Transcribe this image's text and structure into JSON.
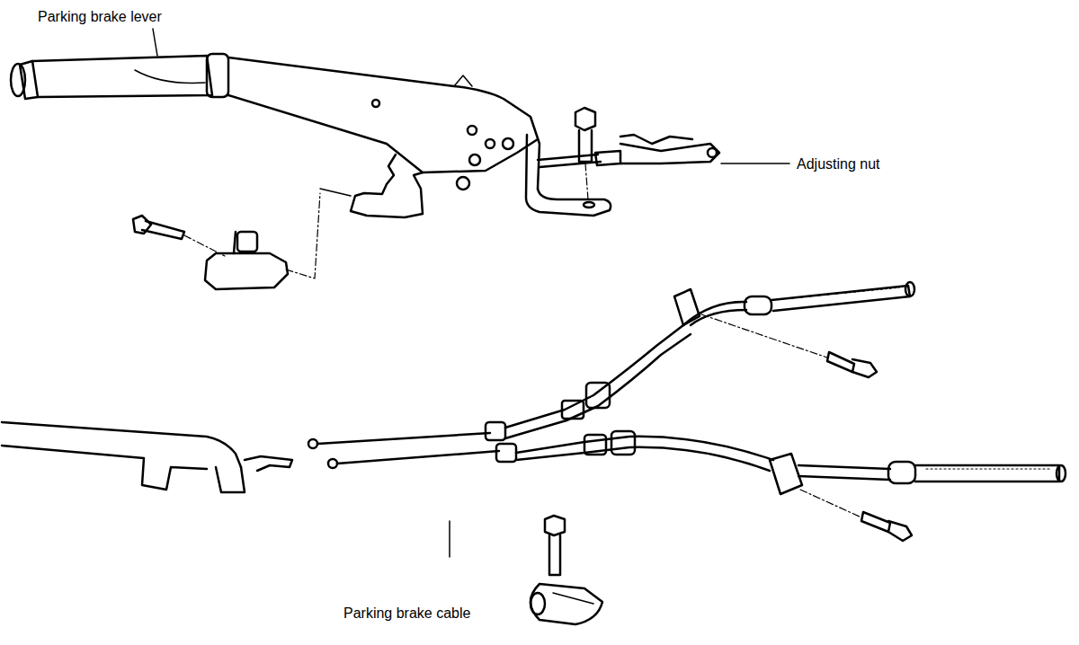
{
  "diagram": {
    "labels": [
      "Parking brake lever",
      "Adjusting nut",
      "Parking brake cable"
    ]
  }
}
